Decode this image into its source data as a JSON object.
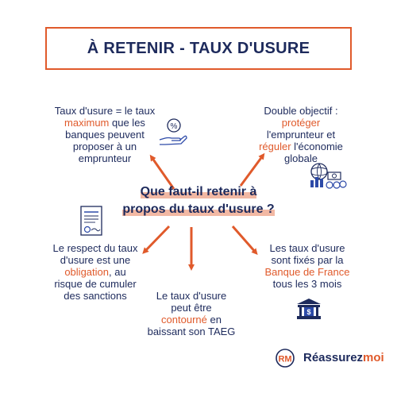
{
  "title": "À RETENIR - TAUX D'USURE",
  "center_question": {
    "line1": "Que faut-il retenir à",
    "line2": "propos du taux d'usure ?"
  },
  "top_left": {
    "line1": "Taux d'usure = le taux",
    "line2_highlight": "maximum",
    "line2_rest": " que les",
    "line3": "banques peuvent",
    "line4": "proposer à un",
    "line5": "emprunteur"
  },
  "top_right": {
    "line1": "Double objectif :",
    "line2_highlight": "protéger",
    "line3": "l'emprunteur et",
    "line4_highlight": "réguler",
    "line4_rest": " l'économie",
    "line5": "globale"
  },
  "left": {
    "line1": "Le respect du taux",
    "line2": "d'usure est une",
    "line3_highlight": "obligation",
    "line3_rest": ", au",
    "line4": "risque de cumuler",
    "line5": "des sanctions"
  },
  "bottom": {
    "line1": "Le taux d'usure",
    "line2": "peut être",
    "line3_highlight": "contourné",
    "line3_rest": " en",
    "line4": "baissant son TAEG"
  },
  "right": {
    "line1": "Les taux d'usure",
    "line2": "sont fixés par la",
    "line3_highlight": "Banque de France",
    "line4": "tous les 3 mois"
  },
  "brand": {
    "logo_letters": "RM",
    "name": "Réassurez",
    "name_accent": "moi"
  },
  "colors": {
    "accent": "#e05a2b",
    "navy": "#1d2a5c",
    "icon_blue": "#2d4aa8"
  },
  "icons": [
    "percent-hand-icon",
    "economy-icon",
    "document-icon",
    "bank-icon",
    "brand-logo-icon"
  ]
}
